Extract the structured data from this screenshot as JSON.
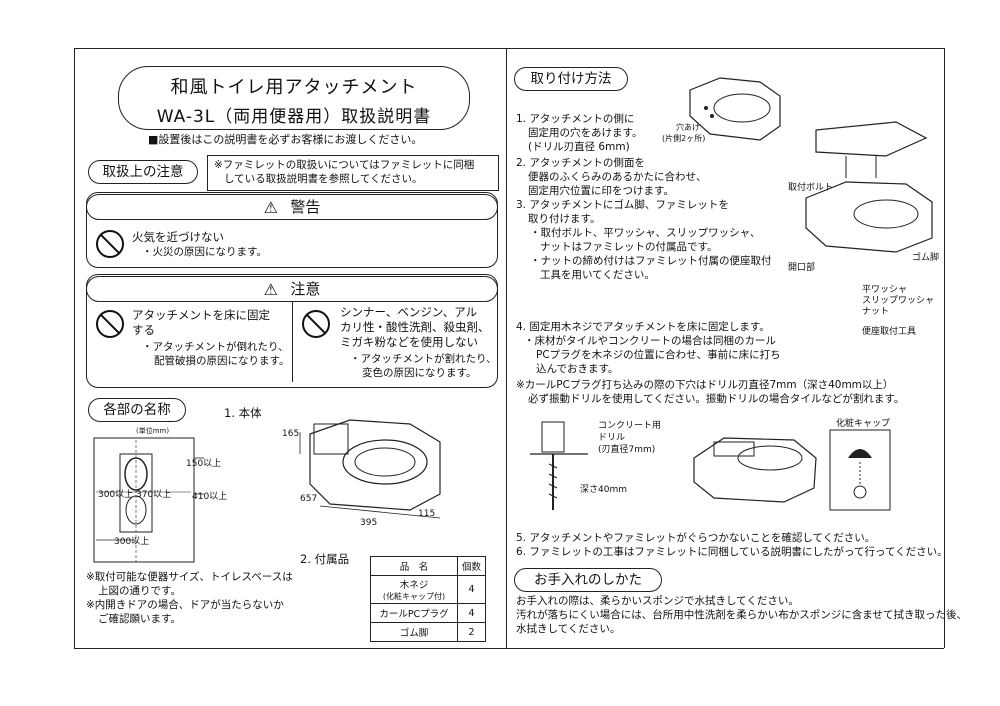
{
  "title": {
    "line1": "和風トイレ用アタッチメント",
    "line2": "WA-3L（両用便器用）取扱説明書",
    "notice": "■設置後はこの説明書を必ずお客様にお渡しください。"
  },
  "handling": {
    "label": "取扱上の注意",
    "note_line1": "※ファミレットの取扱いについてはファミレットに同梱",
    "note_line2": "している取扱説明書を参照してください。"
  },
  "warning": {
    "label": "警告",
    "item_title": "火気を近づけない",
    "item_detail": "・火災の原因になります。"
  },
  "caution": {
    "label": "注意",
    "left_line1": "アタッチメントを床に固定",
    "left_line2": "する",
    "left_detail1": "・アタッチメントが倒れたり、",
    "left_detail2": "配管破損の原因になります。",
    "right_line1": "シンナー、ベンジン、アル",
    "right_line2": "カリ性・酸性洗剤、殺虫剤、",
    "right_line3": "ミガキ粉などを使用しない",
    "right_detail1": "・アタッチメントが割れたり、",
    "right_detail2": "変色の原因になります。"
  },
  "parts": {
    "label": "各部の名称",
    "body_label": "1. 本体",
    "unit": "(単位mm)",
    "dim_150": "150以上",
    "dim_300a": "300以上",
    "dim_370": "370以上",
    "dim_410": "410以上",
    "dim_300b": "300以上",
    "dim_165": "165",
    "dim_657": "657",
    "dim_395": "395",
    "dim_115": "115",
    "accessory_label": "2. 付属品",
    "table_header_name": "品　名",
    "table_header_qty": "個数",
    "rows": [
      {
        "name1": "木ネジ",
        "name2": "(化粧キャップ付)",
        "qty": "4"
      },
      {
        "name1": "カールPCプラグ",
        "name2": "",
        "qty": "4"
      },
      {
        "name1": "ゴム脚",
        "name2": "",
        "qty": "2"
      }
    ],
    "foot_note1": "※取付可能な便器サイズ、トイレスペースは",
    "foot_note1b": "上図の通りです。",
    "foot_note2": "※内開きドアの場合、ドアが当たらないか",
    "foot_note2b": "ご確認願います。"
  },
  "install": {
    "label": "取り付け方法",
    "step1_1": "1. アタッチメントの側に",
    "step1_2": "固定用の穴をあけます。",
    "step1_3": "(ドリル刃直径 6mm)",
    "hole_label1": "穴あけ",
    "hole_label2": "(片側2ヶ所)",
    "step2_1": "2. アタッチメントの側面を",
    "step2_2": "便器のふくらみのあるかたに合わせ、",
    "step2_3": "固定用穴位置に印をつけます。",
    "step3_1": "3. アタッチメントにゴム脚、ファミレットを",
    "step3_2": "取り付けます。",
    "step3_3": "・取付ボルト、平ワッシャ、スリップワッシャ、",
    "step3_4": "ナットはファミレットの付属品です。",
    "step3_5": "・ナットの締め付けはファミレット付属の便座取付",
    "step3_6": "工具を用いてください。",
    "bolt_label": "取付ボルト",
    "rubber_label": "ゴム脚",
    "gap_label": "開口部",
    "washer_label": "平ワッシャ",
    "slip_label": "スリップワッシャ",
    "nut_label": "ナット",
    "tool_label": "便座取付工具",
    "step4_1": "4. 固定用木ネジでアタッチメントを床に固定します。",
    "step4_2": "・床材がタイルやコンクリートの場合は同梱のカール",
    "step4_3": "PCプラグを木ネジの位置に合わせ、事前に床に打ち",
    "step4_4": "込んでおきます。",
    "step4_5": "※カールPCプラグ打ち込みの際の下穴はドリル刃直径7mm（深さ40mm以上）",
    "step4_6": "必ず振動ドリルを使用してください。振動ドリルの場合タイルなどが割れます。",
    "drill_label1": "コンクリート用",
    "drill_label2": "ドリル",
    "drill_label3": "(刃直径7mm)",
    "depth_label": "深さ40mm",
    "cap_label": "化粧キャップ",
    "step5": "5. アタッチメントやファミレットがぐらつかないことを確認してください。",
    "step6": "6. ファミレットの工事はファミレットに同梱している説明書にしたがって行ってください。"
  },
  "care": {
    "label": "お手入れのしかた",
    "line1": "お手入れの際は、柔らかいスポンジで水拭きしてください。",
    "line2": "汚れが落ちにくい場合には、台所用中性洗剤を柔らかい布かスポンジに含ませて拭き取った後、",
    "line3": "水拭きしてください。"
  }
}
